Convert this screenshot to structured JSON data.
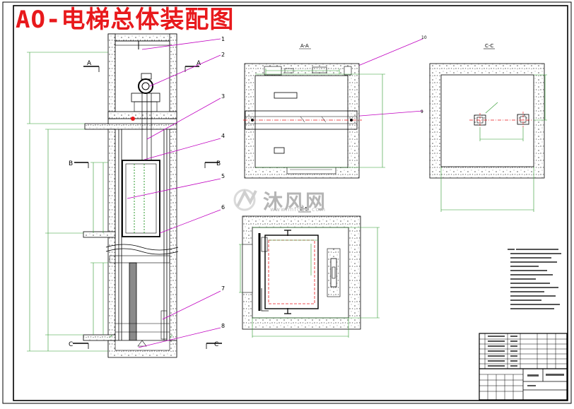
{
  "title": "AO-电梯总体装配图",
  "watermark": {
    "text": "沐风网",
    "url": "www.mfcad.com"
  },
  "section_labels": {
    "aa": "A-A",
    "bb": "B-B",
    "cc": "C-C"
  },
  "cut_markers": {
    "a": "A",
    "b": "B",
    "c": "C"
  },
  "balloons": [
    "1",
    "2",
    "3",
    "4",
    "5",
    "6",
    "7",
    "8",
    "9",
    "10"
  ],
  "colors": {
    "title": "#e8191c",
    "leader": "#c000c0",
    "dim": "#2e9a2e",
    "centerline": "#e8191c",
    "line": "#000000",
    "hatch": "#6d6d6d"
  }
}
